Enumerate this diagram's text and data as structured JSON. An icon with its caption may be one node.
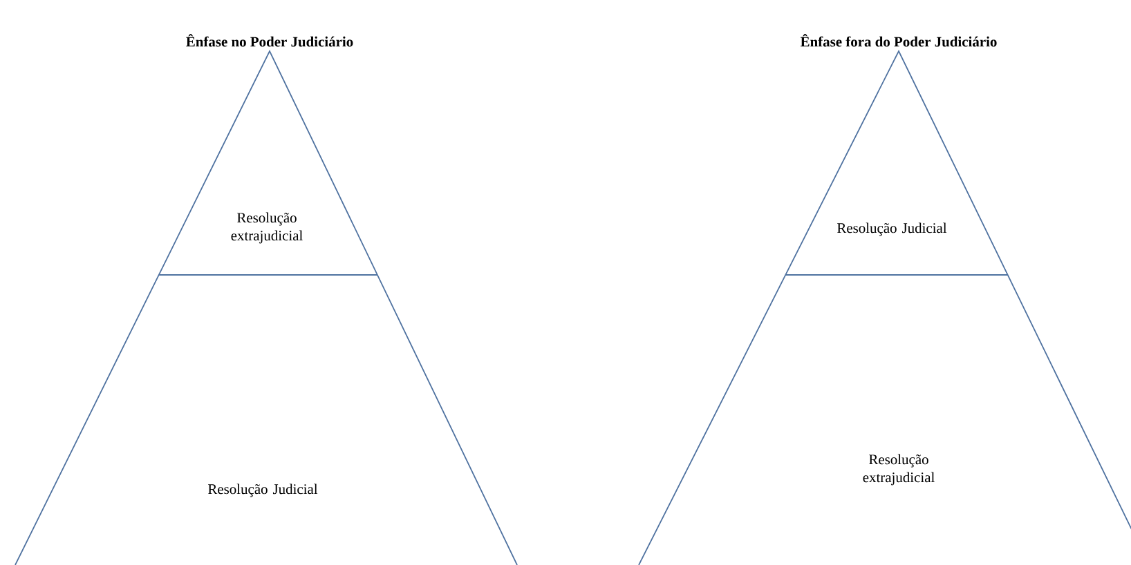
{
  "diagram": {
    "nodes": [
      {
        "text": [
          "Ênfase no Poder Judiciário"
        ]
      },
      {
        "text": [
          "Resolução extrajudicial"
        ],
        "in": 0
      },
      {
        "text": [
          "Resolução Judicial"
        ],
        "in": 0
      },
      {
        "text": [
          "Ênfase fora do Poder Judiciário"
        ]
      },
      {
        "text": [
          "Resolução Judicial"
        ],
        "in": 3
      },
      {
        "text": [
          "Resolução extrajudicial"
        ],
        "in": 3
      }
    ]
  }
}
